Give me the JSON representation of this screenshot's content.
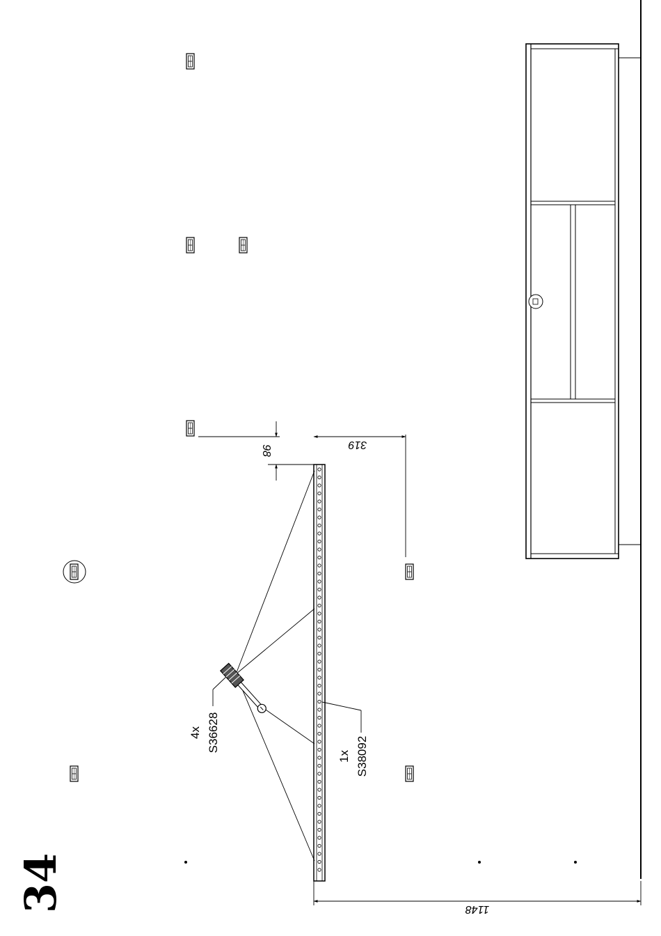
{
  "step": {
    "number": "34"
  },
  "parts": [
    {
      "qty": "4x",
      "code": "S36628"
    },
    {
      "qty": "1x",
      "code": "S38092"
    }
  ],
  "dimensions": {
    "rail_length": "1148",
    "rail_offset": "319",
    "top_offset": "98"
  }
}
